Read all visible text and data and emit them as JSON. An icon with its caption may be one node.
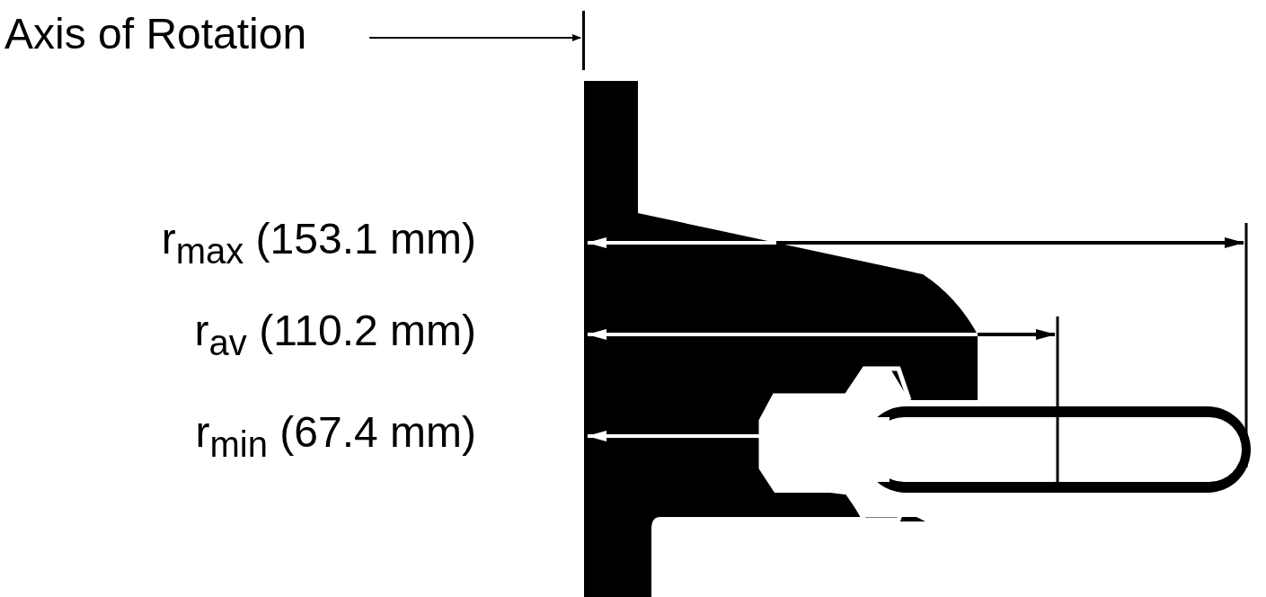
{
  "diagram": {
    "nodes": [
      {
        "text": [
          "Axis of Rotation"
        ]
      },
      {
        "text": [],
        "shape": "bar"
      }
    ],
    "edges": [
      {
        "from": 0,
        "to": 1,
        "arrow": "to"
      }
    ],
    "labels": [
      "r$_{max}$ (153.1 mm)",
      "r$_{av}$ (110.2 mm)",
      "r$_{min}$ (67.4 mm)"
    ]
  }
}
